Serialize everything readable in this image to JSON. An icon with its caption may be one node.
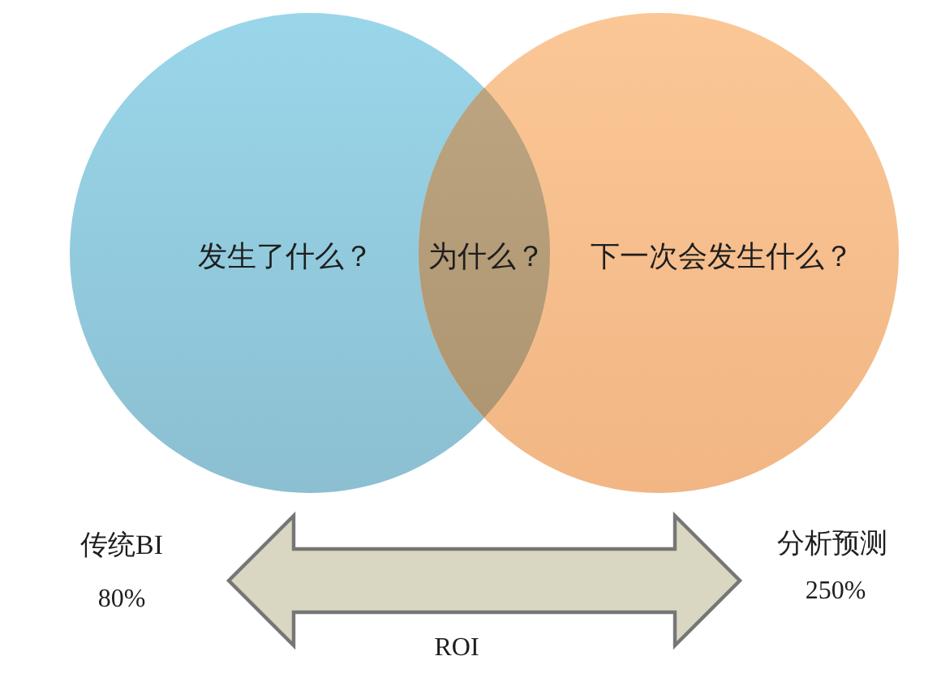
{
  "diagram": {
    "nodes": [
      {
        "text": [
          "发生了什么？"
        ]
      },
      {
        "text": [
          "为什么？"
        ]
      },
      {
        "text": [
          "下一次会发生什么？"
        ]
      },
      {
        "text": [
          "传统BI",
          "80%"
        ]
      },
      {
        "text": [
          "分析预测",
          "250%"
        ]
      }
    ],
    "edges": [
      {
        "from": 3,
        "to": 4,
        "arrow": "both",
        "label": "ROI"
      }
    ]
  }
}
